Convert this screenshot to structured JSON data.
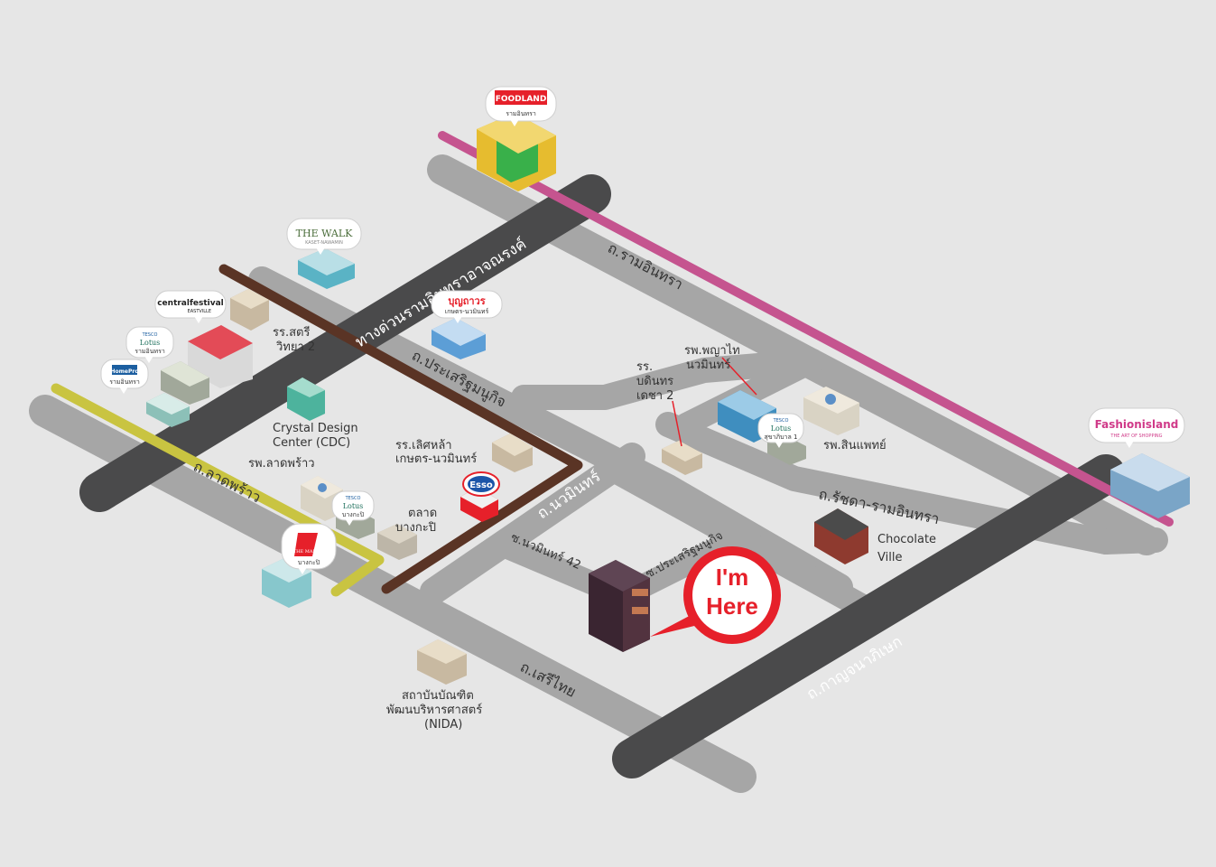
{
  "colors": {
    "background": "#e6e6e6",
    "road_gray": "#a6a6a6",
    "road_dark": "#4a4a4b",
    "ramintra_line": "#c5548f",
    "latphrao_line": "#c9c441",
    "nawamin_line": "#5a3425",
    "accent_red": "#e6202a"
  },
  "roads": {
    "expressway": "ทางด่วนรามอินทราอาจณรงค์",
    "ramintra": "ถ.รามอินทรา",
    "prasert_manukit": "ถ.ประเสริฐมนูกิจ",
    "nawamin": "ถ.นวมินทร์",
    "latphrao": "ถ.ลาดพร้าว",
    "serithai": "ถ.เสรีไทย",
    "kanchanaphisek": "ถ.กาญจนาภิเษก",
    "ratchada_ramintra": "ถ.รัชดา-รามอินทรา",
    "soi_nawamin_42": "ซ.นวมินทร์ 42",
    "soi_prasert_manukit": "ซ.ประเสริฐมนูกิจ"
  },
  "landmarks": {
    "satri_1": "รร.สตรี",
    "satri_2": "วิทยา 2",
    "cdc_1": "Crystal Design",
    "cdc_2": "Center (CDC)",
    "lertla_1": "รร.เลิศหล้า",
    "lertla_2": "เกษตร-นวมินทร์",
    "latphrao_hosp": "รพ.ลาดพร้าว",
    "bangkapi_market_1": "ตลาด",
    "bangkapi_market_2": "บางกะปิ",
    "nida_1": "สถาบันบัณฑิต",
    "nida_2": "พัฒนบริหารศาสตร์",
    "nida_3": "(NIDA)",
    "bodindecha_1": "รร.",
    "bodindecha_2": "บดินทร",
    "bodindecha_3": "เดชา 2",
    "phyathai_1": "รพ.พญาไท",
    "phyathai_2": "นวมินทร์",
    "sinphaet": "รพ.สินแพทย์",
    "chocolate_1": "Chocolate",
    "chocolate_2": "Ville"
  },
  "bubbles": {
    "foodland_logo": "FOODLAND",
    "foodland_sub": "รามอินทรา",
    "thewalk_logo": "THE WALK",
    "thewalk_sub": "KASET-NAWAMIN",
    "central_logo": "centralfestival",
    "central_sub": "EASTVILLE",
    "tesco1_top": "TESCO",
    "tesco1_logo": "Lotus",
    "tesco1_sub": "รามอินทรา",
    "homepro_logo": "HomePro",
    "homepro_sub": "รามอินทรา",
    "boonthavorn_logo": "บุญถาวร",
    "boonthavorn_sub": "เกษตร-นวมินทร์",
    "tesco2_top": "TESCO",
    "tesco2_logo": "Lotus",
    "tesco2_sub": "บางกะปิ",
    "themall_logo": "THE MALL",
    "themall_sub": "บางกะปิ",
    "tesco3_top": "TESCO",
    "tesco3_logo": "Lotus",
    "tesco3_sub": "สุขาภิบาล 1",
    "fashion_logo": "Fashionisland",
    "fashion_sub": "THE ART OF SHOPPING",
    "esso": "Esso"
  },
  "pin": {
    "line1": "I'm",
    "line2": "Here"
  }
}
